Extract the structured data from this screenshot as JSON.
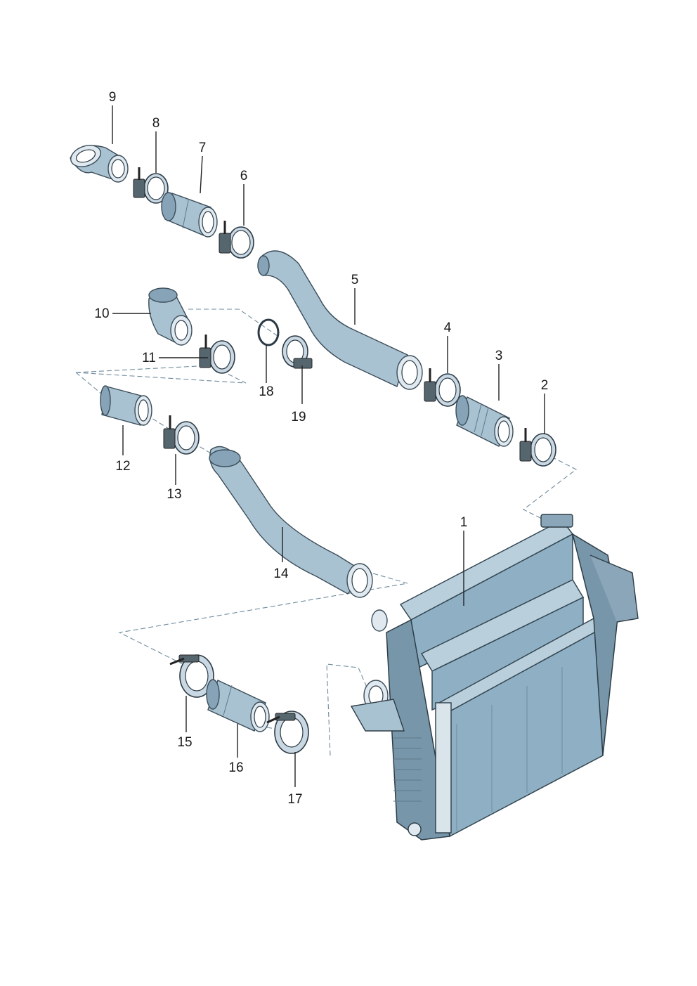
{
  "diagram": {
    "labels": {
      "p1": "1",
      "p2": "2",
      "p3": "3",
      "p4": "4",
      "p5": "5",
      "p6": "6",
      "p7": "7",
      "p8": "8",
      "p9": "9",
      "p10": "10",
      "p11": "11",
      "p12": "12",
      "p13": "13",
      "p14": "14",
      "p15": "15",
      "p16": "16",
      "p17": "17",
      "p18": "18",
      "p19": "19"
    }
  }
}
